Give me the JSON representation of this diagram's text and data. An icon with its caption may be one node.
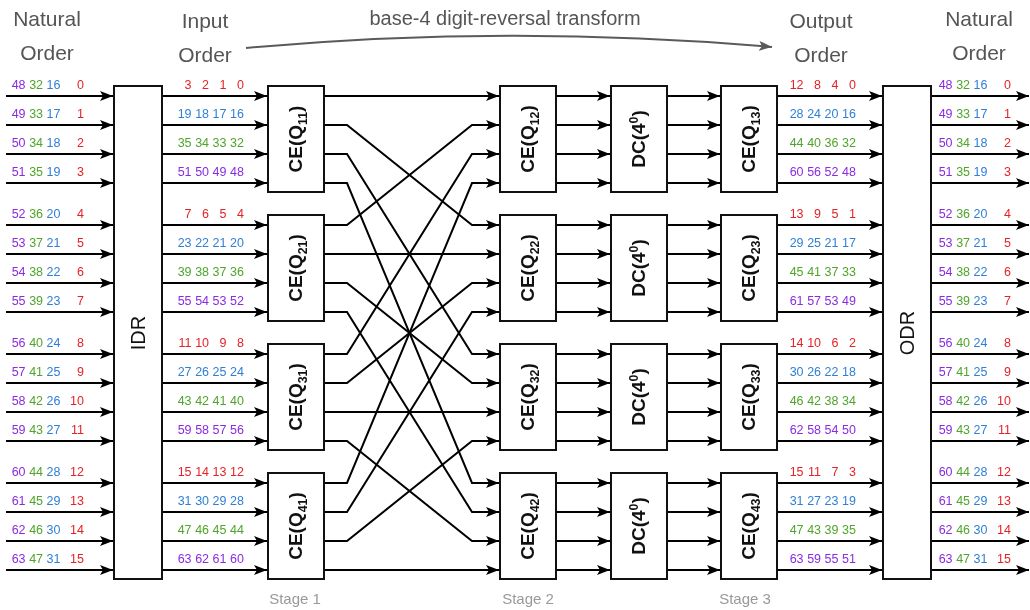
{
  "diagram": {
    "title": "base-4 digit-reversal transform",
    "nodes": [
      {
        "text": [
          "Input Order"
        ]
      },
      {
        "text": [
          "Output Order"
        ]
      },
      {
        "text": [
          "IDR"
        ]
      },
      {
        "text": [
          "CE(Q$_{11}$)"
        ]
      },
      {
        "text": [
          "CE(Q$_{21}$)"
        ]
      },
      {
        "text": [
          "CE(Q$_{31}$)"
        ]
      },
      {
        "text": [
          "CE(Q$_{41}$)"
        ]
      },
      {
        "text": [
          "CE(Q$_{12}$)"
        ]
      },
      {
        "text": [
          "CE(Q$_{22}$)"
        ]
      },
      {
        "text": [
          "CE(Q$_{32}$)"
        ]
      },
      {
        "text": [
          "CE(Q$_{42}$)"
        ]
      },
      {
        "text": [
          "DC(4$^{0}$)"
        ]
      },
      {
        "text": [
          "DC(4$^{0}$)"
        ]
      },
      {
        "text": [
          "DC(4$^{0}$)"
        ]
      },
      {
        "text": [
          "DC(4$^{0}$)"
        ]
      },
      {
        "text": [
          "CE(Q$_{13}$)"
        ]
      },
      {
        "text": [
          "CE(Q$_{23}$)"
        ]
      },
      {
        "text": [
          "CE(Q$_{33}$)"
        ]
      },
      {
        "text": [
          "CE(Q$_{43}$)"
        ]
      },
      {
        "text": [
          "ODR"
        ]
      }
    ],
    "edges": [
      {
        "from": 0,
        "to": 1,
        "arrow": "to",
        "color": "#5a5a5a"
      },
      {
        "from": null,
        "to": 2,
        "arrow": "to"
      },
      {
        "from": null,
        "to": 2,
        "arrow": "to"
      },
      {
        "from": null,
        "to": 2,
        "arrow": "to"
      },
      {
        "from": null,
        "to": 2,
        "arrow": "to"
      },
      {
        "from": null,
        "to": 2,
        "arrow": "to"
      },
      {
        "from": null,
        "to": 2,
        "arrow": "to"
      },
      {
        "from": null,
        "to": 2,
        "arrow": "to"
      },
      {
        "from": null,
        "to": 2,
        "arrow": "to"
      },
      {
        "from": null,
        "to": 2,
        "arrow": "to"
      },
      {
        "from": null,
        "to": 2,
        "arrow": "to"
      },
      {
        "from": null,
        "to": 2,
        "arrow": "to"
      },
      {
        "from": null,
        "to": 2,
        "arrow": "to"
      },
      {
        "from": null,
        "to": 2,
        "arrow": "to"
      },
      {
        "from": null,
        "to": 2,
        "arrow": "to"
      },
      {
        "from": null,
        "to": 2,
        "arrow": "to"
      },
      {
        "from": null,
        "to": 2,
        "arrow": "to"
      },
      {
        "from": 2,
        "to": 3,
        "arrow": "to"
      },
      {
        "from": 2,
        "to": 3,
        "arrow": "to"
      },
      {
        "from": 2,
        "to": 3,
        "arrow": "to"
      },
      {
        "from": 2,
        "to": 3,
        "arrow": "to"
      },
      {
        "from": 2,
        "to": 4,
        "arrow": "to"
      },
      {
        "from": 2,
        "to": 4,
        "arrow": "to"
      },
      {
        "from": 2,
        "to": 4,
        "arrow": "to"
      },
      {
        "from": 2,
        "to": 4,
        "arrow": "to"
      },
      {
        "from": 2,
        "to": 5,
        "arrow": "to"
      },
      {
        "from": 2,
        "to": 5,
        "arrow": "to"
      },
      {
        "from": 2,
        "to": 5,
        "arrow": "to"
      },
      {
        "from": 2,
        "to": 5,
        "arrow": "to"
      },
      {
        "from": 2,
        "to": 6,
        "arrow": "to"
      },
      {
        "from": 2,
        "to": 6,
        "arrow": "to"
      },
      {
        "from": 2,
        "to": 6,
        "arrow": "to"
      },
      {
        "from": 2,
        "to": 6,
        "arrow": "to"
      },
      {
        "from": 3,
        "to": 7,
        "arrow": "to"
      },
      {
        "from": 3,
        "to": 8,
        "arrow": "to"
      },
      {
        "from": 3,
        "to": 9,
        "arrow": "to"
      },
      {
        "from": 3,
        "to": 10,
        "arrow": "to"
      },
      {
        "from": 4,
        "to": 7,
        "arrow": "to"
      },
      {
        "from": 4,
        "to": 8,
        "arrow": "to"
      },
      {
        "from": 4,
        "to": 9,
        "arrow": "to"
      },
      {
        "from": 4,
        "to": 10,
        "arrow": "to"
      },
      {
        "from": 5,
        "to": 7,
        "arrow": "to"
      },
      {
        "from": 5,
        "to": 8,
        "arrow": "to"
      },
      {
        "from": 5,
        "to": 9,
        "arrow": "to"
      },
      {
        "from": 5,
        "to": 10,
        "arrow": "to"
      },
      {
        "from": 6,
        "to": 7,
        "arrow": "to"
      },
      {
        "from": 6,
        "to": 8,
        "arrow": "to"
      },
      {
        "from": 6,
        "to": 9,
        "arrow": "to"
      },
      {
        "from": 6,
        "to": 10,
        "arrow": "to"
      },
      {
        "from": 7,
        "to": 11,
        "arrow": "to"
      },
      {
        "from": 7,
        "to": 11,
        "arrow": "to"
      },
      {
        "from": 7,
        "to": 11,
        "arrow": "to"
      },
      {
        "from": 7,
        "to": 11,
        "arrow": "to"
      },
      {
        "from": 8,
        "to": 12,
        "arrow": "to"
      },
      {
        "from": 8,
        "to": 12,
        "arrow": "to"
      },
      {
        "from": 8,
        "to": 12,
        "arrow": "to"
      },
      {
        "from": 8,
        "to": 12,
        "arrow": "to"
      },
      {
        "from": 9,
        "to": 13,
        "arrow": "to"
      },
      {
        "from": 9,
        "to": 13,
        "arrow": "to"
      },
      {
        "from": 9,
        "to": 13,
        "arrow": "to"
      },
      {
        "from": 9,
        "to": 13,
        "arrow": "to"
      },
      {
        "from": 10,
        "to": 14,
        "arrow": "to"
      },
      {
        "from": 10,
        "to": 14,
        "arrow": "to"
      },
      {
        "from": 10,
        "to": 14,
        "arrow": "to"
      },
      {
        "from": 10,
        "to": 14,
        "arrow": "to"
      },
      {
        "from": 11,
        "to": 15,
        "arrow": "to"
      },
      {
        "from": 11,
        "to": 15,
        "arrow": "to"
      },
      {
        "from": 11,
        "to": 15,
        "arrow": "to"
      },
      {
        "from": 11,
        "to": 15,
        "arrow": "to"
      },
      {
        "from": 12,
        "to": 16,
        "arrow": "to"
      },
      {
        "from": 12,
        "to": 16,
        "arrow": "to"
      },
      {
        "from": 12,
        "to": 16,
        "arrow": "to"
      },
      {
        "from": 12,
        "to": 16,
        "arrow": "to"
      },
      {
        "from": 13,
        "to": 17,
        "arrow": "to"
      },
      {
        "from": 13,
        "to": 17,
        "arrow": "to"
      },
      {
        "from": 13,
        "to": 17,
        "arrow": "to"
      },
      {
        "from": 13,
        "to": 17,
        "arrow": "to"
      },
      {
        "from": 14,
        "to": 18,
        "arrow": "to"
      },
      {
        "from": 14,
        "to": 18,
        "arrow": "to"
      },
      {
        "from": 14,
        "to": 18,
        "arrow": "to"
      },
      {
        "from": 14,
        "to": 18,
        "arrow": "to"
      },
      {
        "from": 15,
        "to": 19,
        "arrow": "to"
      },
      {
        "from": 15,
        "to": 19,
        "arrow": "to"
      },
      {
        "from": 15,
        "to": 19,
        "arrow": "to"
      },
      {
        "from": 15,
        "to": 19,
        "arrow": "to"
      },
      {
        "from": 16,
        "to": 19,
        "arrow": "to"
      },
      {
        "from": 16,
        "to": 19,
        "arrow": "to"
      },
      {
        "from": 16,
        "to": 19,
        "arrow": "to"
      },
      {
        "from": 16,
        "to": 19,
        "arrow": "to"
      },
      {
        "from": 17,
        "to": 19,
        "arrow": "to"
      },
      {
        "from": 17,
        "to": 19,
        "arrow": "to"
      },
      {
        "from": 17,
        "to": 19,
        "arrow": "to"
      },
      {
        "from": 17,
        "to": 19,
        "arrow": "to"
      },
      {
        "from": 18,
        "to": 19,
        "arrow": "to"
      },
      {
        "from": 18,
        "to": 19,
        "arrow": "to"
      },
      {
        "from": 18,
        "to": 19,
        "arrow": "to"
      },
      {
        "from": 18,
        "to": 19,
        "arrow": "to"
      },
      {
        "from": 19,
        "to": null,
        "arrow": "to"
      },
      {
        "from": 19,
        "to": null,
        "arrow": "to"
      },
      {
        "from": 19,
        "to": null,
        "arrow": "to"
      },
      {
        "from": 19,
        "to": null,
        "arrow": "to"
      },
      {
        "from": 19,
        "to": null,
        "arrow": "to"
      },
      {
        "from": 19,
        "to": null,
        "arrow": "to"
      },
      {
        "from": 19,
        "to": null,
        "arrow": "to"
      },
      {
        "from": 19,
        "to": null,
        "arrow": "to"
      },
      {
        "from": 19,
        "to": null,
        "arrow": "to"
      },
      {
        "from": 19,
        "to": null,
        "arrow": "to"
      },
      {
        "from": 19,
        "to": null,
        "arrow": "to"
      },
      {
        "from": 19,
        "to": null,
        "arrow": "to"
      },
      {
        "from": 19,
        "to": null,
        "arrow": "to"
      },
      {
        "from": 19,
        "to": null,
        "arrow": "to"
      },
      {
        "from": 19,
        "to": null,
        "arrow": "to"
      },
      {
        "from": 19,
        "to": null,
        "arrow": "to"
      }
    ],
    "labels": [
      "Natural Order",
      "Natural Order",
      "48 32 16 0",
      "49 33 17 1",
      "50 34 18 2",
      "51 35 19 3",
      "52 36 20 4",
      "53 37 21 5",
      "54 38 22 6",
      "55 39 23 7",
      "56 40 24 8",
      "57 41 25 9",
      "58 42 26 10",
      "59 43 27 11",
      "60 44 28 12",
      "61 45 29 13",
      "62 46 30 14",
      "63 47 31 15",
      "3 2 1 0",
      "19 18 17 16",
      "35 34 33 32",
      "51 50 49 48",
      "7 6 5 4",
      "23 22 21 20",
      "39 38 37 36",
      "55 54 53 52",
      "11 10 9 8",
      "27 26 25 24",
      "43 42 41 40",
      "59 58 57 56",
      "15 14 13 12",
      "31 30 29 28",
      "47 46 45 44",
      "63 62 61 60",
      "12 8 4 0",
      "28 24 20 16",
      "44 40 36 32",
      "60 56 52 48",
      "13 9 5 1",
      "29 25 21 17",
      "45 41 37 33",
      "61 57 53 49",
      "14 10 6 2",
      "30 26 22 18",
      "46 42 38 34",
      "62 58 54 50",
      "15 11 7 3",
      "31 27 23 19",
      "47 43 39 35",
      "63 59 55 51",
      "48 32 16 0",
      "49 33 17 1",
      "50 34 18 2",
      "51 35 19 3",
      "52 36 20 4",
      "53 37 21 5",
      "54 38 22 6",
      "55 39 23 7",
      "56 40 24 8",
      "57 41 25 9",
      "58 42 26 10",
      "59 43 27 11",
      "60 44 28 12",
      "61 45 29 13",
      "62 46 30 14",
      "63 47 31 15",
      "Stage 1",
      "Stage 2",
      "Stage 3"
    ]
  }
}
